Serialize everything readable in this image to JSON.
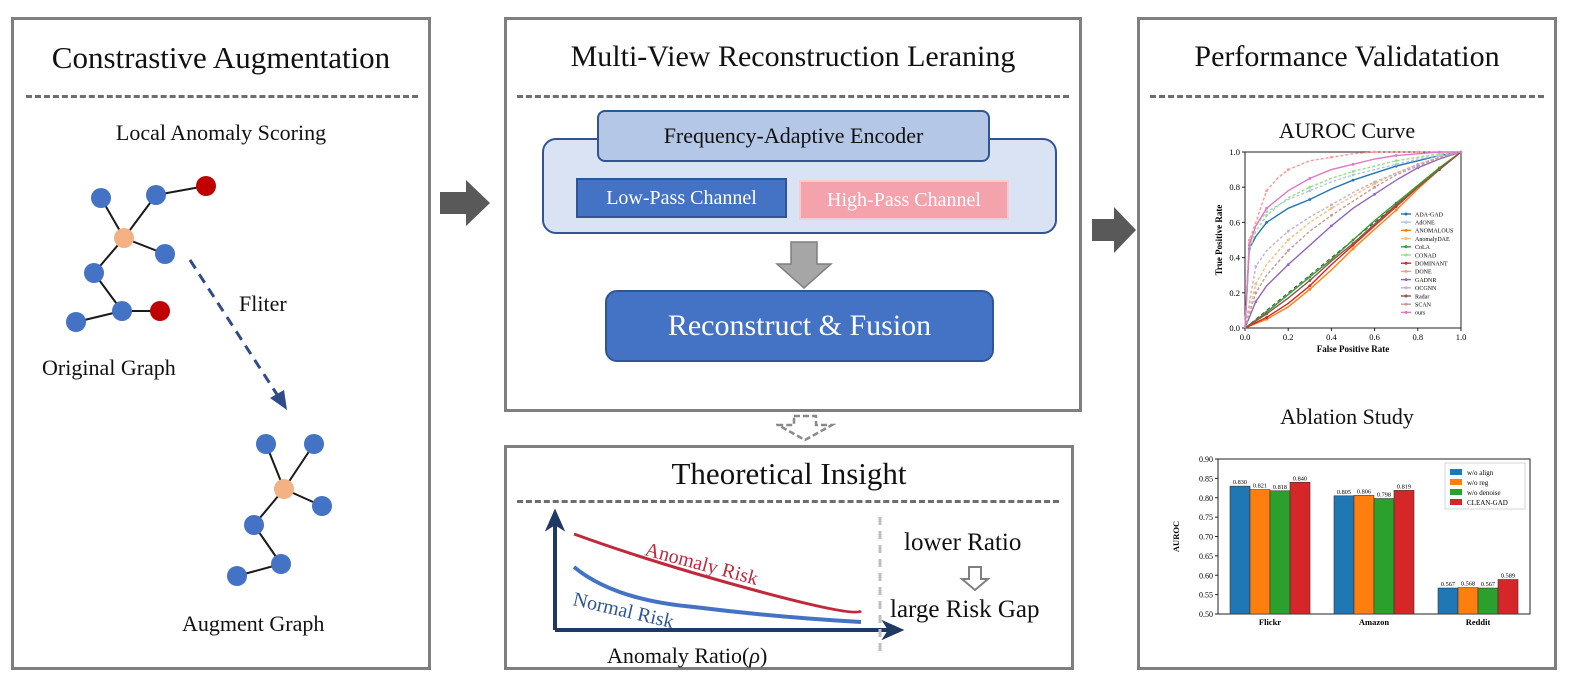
{
  "left_panel": {
    "title": "Constrastive Augmentation",
    "subtitle": "Local Anomaly Scoring",
    "original_label": "Original Graph",
    "filter_label": "Fliter",
    "augment_label": "Augment Graph"
  },
  "middle_panel": {
    "title": "Multi-View Reconstruction Leraning",
    "encoder": "Frequency-Adaptive Encoder",
    "low_pass": "Low-Pass Channel",
    "high_pass": "High-Pass Channel",
    "fusion": "Reconstruct & Fusion"
  },
  "insight_panel": {
    "title": "Theoretical Insight",
    "anomaly_risk": "Anomaly Risk",
    "normal_risk": "Normal Risk",
    "x_axis": "Anomaly Ratio(",
    "x_axis_symbol": "ρ",
    "x_axis_close": ")",
    "lower_ratio": "lower Ratio",
    "large_gap": "large Risk Gap"
  },
  "right_panel": {
    "title": "Performance Validatation",
    "auroc_title": "AUROC Curve",
    "ablation_title": "Ablation Study"
  },
  "colors": {
    "node_blue": "#4472c4",
    "node_red": "#c00000",
    "node_center": "#f4b183",
    "panel_border": "#7f7f7f"
  },
  "chart_data": [
    {
      "type": "line",
      "xlabel": "False Positive Rate",
      "ylabel": "True Positive Rate",
      "xlim": [
        0,
        1
      ],
      "ylim": [
        0,
        1
      ],
      "x_ticks": [
        "0.0",
        "0.2",
        "0.4",
        "0.6",
        "0.8",
        "1.0"
      ],
      "y_ticks": [
        "0.0",
        "0.2",
        "0.4",
        "0.6",
        "0.8",
        "1.0"
      ],
      "legend_position": "lower-right",
      "series": [
        {
          "name": "ADA-GAD",
          "color": "#1f77b4",
          "x": [
            0,
            0.02,
            0.05,
            0.1,
            0.2,
            0.3,
            0.4,
            0.5,
            0.6,
            0.7,
            0.8,
            0.9,
            1.0
          ],
          "y": [
            0,
            0.45,
            0.52,
            0.6,
            0.68,
            0.73,
            0.79,
            0.84,
            0.88,
            0.92,
            0.95,
            0.98,
            1.0
          ]
        },
        {
          "name": "AdONE",
          "color": "#aec7e8",
          "x": [
            0,
            0.02,
            0.05,
            0.1,
            0.2,
            0.3,
            0.4,
            0.5,
            0.6,
            0.7,
            0.8,
            0.9,
            1.0
          ],
          "y": [
            0,
            0.48,
            0.58,
            0.66,
            0.73,
            0.78,
            0.83,
            0.87,
            0.9,
            0.93,
            0.96,
            0.98,
            1.0
          ]
        },
        {
          "name": "ANOMALOUS",
          "color": "#ff7f0e",
          "x": [
            0,
            0.1,
            0.2,
            0.3,
            0.4,
            0.5,
            0.6,
            0.7,
            0.8,
            0.9,
            1.0
          ],
          "y": [
            0,
            0.05,
            0.12,
            0.22,
            0.33,
            0.45,
            0.56,
            0.67,
            0.79,
            0.9,
            1.0
          ]
        },
        {
          "name": "AnomalyDAE",
          "color": "#ffbb78",
          "x": [
            0,
            0.05,
            0.1,
            0.2,
            0.3,
            0.4,
            0.5,
            0.6,
            0.7,
            0.8,
            0.9,
            1.0
          ],
          "y": [
            0,
            0.25,
            0.36,
            0.5,
            0.6,
            0.68,
            0.75,
            0.82,
            0.88,
            0.93,
            0.97,
            1.0
          ]
        },
        {
          "name": "CoLA",
          "color": "#2ca02c",
          "x": [
            0,
            0.1,
            0.2,
            0.3,
            0.4,
            0.5,
            0.6,
            0.7,
            0.8,
            0.9,
            1.0
          ],
          "y": [
            0,
            0.09,
            0.19,
            0.29,
            0.39,
            0.5,
            0.61,
            0.71,
            0.81,
            0.91,
            1.0
          ]
        },
        {
          "name": "CONAD",
          "color": "#98df8a",
          "x": [
            0,
            0.02,
            0.05,
            0.1,
            0.2,
            0.3,
            0.4,
            0.5,
            0.6,
            0.7,
            0.8,
            0.9,
            1.0
          ],
          "y": [
            0,
            0.44,
            0.55,
            0.64,
            0.74,
            0.8,
            0.85,
            0.89,
            0.92,
            0.95,
            0.97,
            0.99,
            1.0
          ]
        },
        {
          "name": "DOMINANT",
          "color": "#d62728",
          "x": [
            0,
            0.1,
            0.2,
            0.3,
            0.4,
            0.5,
            0.6,
            0.7,
            0.8,
            0.9,
            1.0
          ],
          "y": [
            0,
            0.06,
            0.14,
            0.24,
            0.36,
            0.47,
            0.58,
            0.69,
            0.8,
            0.9,
            1.0
          ]
        },
        {
          "name": "DONE",
          "color": "#ff9896",
          "x": [
            0,
            0.02,
            0.05,
            0.1,
            0.15,
            0.2,
            0.3,
            0.4,
            0.5,
            0.6,
            0.7,
            0.8,
            1.0
          ],
          "y": [
            0,
            0.5,
            0.6,
            0.78,
            0.85,
            0.9,
            0.95,
            0.97,
            0.99,
            1.0,
            1.0,
            1.0,
            1.0
          ]
        },
        {
          "name": "GADNR",
          "color": "#9467bd",
          "x": [
            0,
            0.05,
            0.1,
            0.2,
            0.3,
            0.4,
            0.5,
            0.6,
            0.7,
            0.8,
            0.9,
            1.0
          ],
          "y": [
            0,
            0.15,
            0.24,
            0.36,
            0.47,
            0.58,
            0.68,
            0.76,
            0.84,
            0.91,
            0.96,
            1.0
          ]
        },
        {
          "name": "OCGNN",
          "color": "#c5b0d5",
          "x": [
            0,
            0.05,
            0.1,
            0.2,
            0.3,
            0.4,
            0.5,
            0.6,
            0.7,
            0.8,
            0.9,
            1.0
          ],
          "y": [
            0,
            0.35,
            0.44,
            0.55,
            0.63,
            0.7,
            0.77,
            0.83,
            0.88,
            0.93,
            0.97,
            1.0
          ]
        },
        {
          "name": "Radar",
          "color": "#8c564b",
          "x": [
            0,
            0.1,
            0.2,
            0.3,
            0.4,
            0.5,
            0.6,
            0.7,
            0.8,
            0.9,
            1.0
          ],
          "y": [
            0,
            0.08,
            0.17,
            0.27,
            0.38,
            0.48,
            0.59,
            0.7,
            0.8,
            0.9,
            1.0
          ]
        },
        {
          "name": "SCAN",
          "color": "#c49c94",
          "x": [
            0,
            0.05,
            0.1,
            0.2,
            0.3,
            0.4,
            0.5,
            0.6,
            0.7,
            0.8,
            0.9,
            1.0
          ],
          "y": [
            0,
            0.2,
            0.3,
            0.44,
            0.55,
            0.64,
            0.72,
            0.8,
            0.87,
            0.92,
            0.97,
            1.0
          ]
        },
        {
          "name": "ours",
          "color": "#e377c2",
          "x": [
            0,
            0.02,
            0.05,
            0.1,
            0.2,
            0.3,
            0.4,
            0.5,
            0.6,
            0.7,
            0.8,
            0.9,
            1.0
          ],
          "y": [
            0,
            0.47,
            0.58,
            0.68,
            0.78,
            0.85,
            0.9,
            0.93,
            0.96,
            0.98,
            0.99,
            1.0,
            1.0
          ]
        }
      ]
    },
    {
      "type": "bar",
      "ylabel": "AUROC",
      "ylim": [
        0.5,
        0.9
      ],
      "y_ticks": [
        "0.50",
        "0.55",
        "0.60",
        "0.65",
        "0.70",
        "0.75",
        "0.80",
        "0.85",
        "0.90"
      ],
      "categories": [
        "Flickr",
        "Amazon",
        "Reddit"
      ],
      "legend_position": "top-right",
      "series": [
        {
          "name": "w/o align",
          "color": "#1f77b4",
          "values": [
            0.83,
            0.805,
            0.567
          ],
          "labels": [
            "0.830",
            "0.805",
            "0.567"
          ]
        },
        {
          "name": "w/o reg",
          "color": "#ff7f0e",
          "values": [
            0.821,
            0.806,
            0.568
          ],
          "labels": [
            "0.821",
            "0.806",
            "0.568"
          ]
        },
        {
          "name": "w/o denoise",
          "color": "#2ca02c",
          "values": [
            0.818,
            0.798,
            0.567
          ],
          "labels": [
            "0.818",
            "0.798",
            "0.567"
          ]
        },
        {
          "name": "CLEAN-GAD",
          "color": "#d62728",
          "values": [
            0.84,
            0.819,
            0.589
          ],
          "labels": [
            "0.840",
            "0.819",
            "0.589"
          ]
        }
      ]
    }
  ]
}
